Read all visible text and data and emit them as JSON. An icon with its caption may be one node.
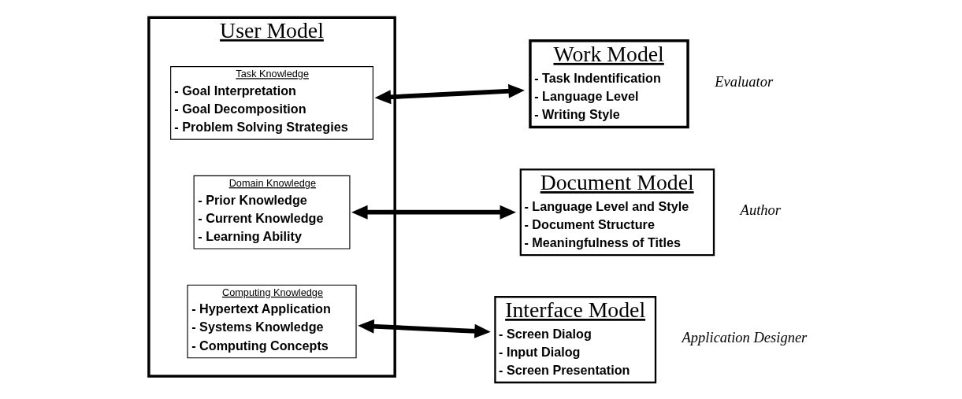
{
  "diagram": {
    "nodes": [
      {
        "text": [
          "User Model"
        ]
      },
      {
        "text": [
          "Task Knowledge",
          "- Goal Interpretation",
          "- Goal Decomposition",
          "- Problem Solving Strategies"
        ],
        "in": 0
      },
      {
        "text": [
          "Domain Knowledge",
          "- Prior Knowledge",
          "- Current Knowledge",
          "- Learning Ability"
        ],
        "in": 0
      },
      {
        "text": [
          "Computing Knowledge",
          "- Hypertext Application",
          "- Systems Knowledge",
          "- Computing Concepts"
        ],
        "in": 0
      },
      {
        "text": [
          "Work Model",
          "- Task Indentification",
          "- Language Level",
          "- Writing Style"
        ],
        "beside": [
          "Evaluator"
        ]
      },
      {
        "text": [
          "Document Model",
          "- Language Level and Style",
          "- Document Structure",
          "- Meaningfulness of Titles"
        ],
        "beside": [
          "Author"
        ]
      },
      {
        "text": [
          "Interface Model",
          "- Screen Dialog",
          "- Input Dialog",
          "- Screen Presentation"
        ],
        "beside": [
          "Application Designer"
        ]
      }
    ],
    "edges": [
      {
        "from": 1,
        "to": 4,
        "arrow": "both"
      },
      {
        "from": 2,
        "to": 5,
        "arrow": "both"
      },
      {
        "from": 3,
        "to": 6,
        "arrow": "both"
      }
    ]
  }
}
